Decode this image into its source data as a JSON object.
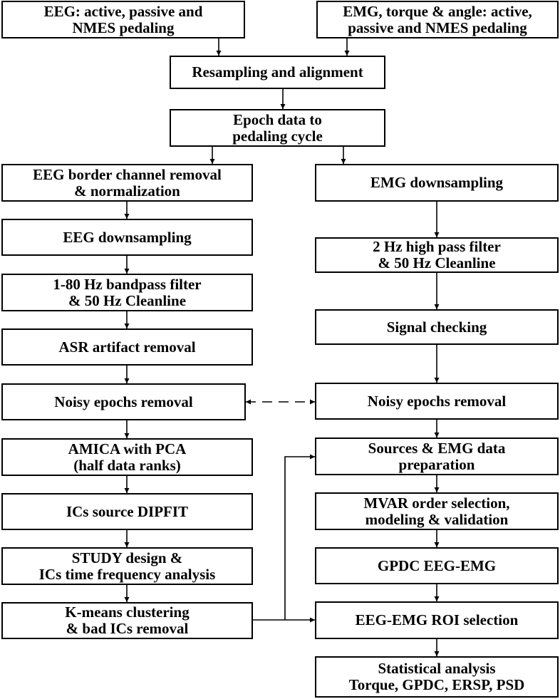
{
  "diagram": {
    "top": {
      "eeg_input": "EEG: active, passive and\nNMES pedaling",
      "emg_input": "EMG, torque & angle: active,\npassive and NMES pedaling",
      "resampling": "Resampling and alignment",
      "epoch": "Epoch data to\npedaling cycle"
    },
    "eeg_branch": [
      "EEG border channel removal\n& normalization",
      "EEG downsampling",
      "1-80 Hz bandpass filter\n& 50 Hz Cleanline",
      "ASR artifact removal",
      "Noisy epochs removal",
      "AMICA with PCA\n(half data ranks)",
      "ICs source DIPFIT",
      "STUDY design &\nICs time frequency analysis",
      "K-means clustering\n& bad ICs removal"
    ],
    "emg_branch": [
      "EMG downsampling",
      "2 Hz high pass filter\n& 50 Hz Cleanline",
      "Signal checking",
      "Noisy epochs removal",
      "Sources & EMG data\npreparation",
      "MVAR order selection,\nmodeling & validation",
      "GPDC EEG-EMG",
      "EEG-EMG ROI selection",
      "Statistical analysis\nTorque, GPDC, ERSP, PSD"
    ]
  }
}
